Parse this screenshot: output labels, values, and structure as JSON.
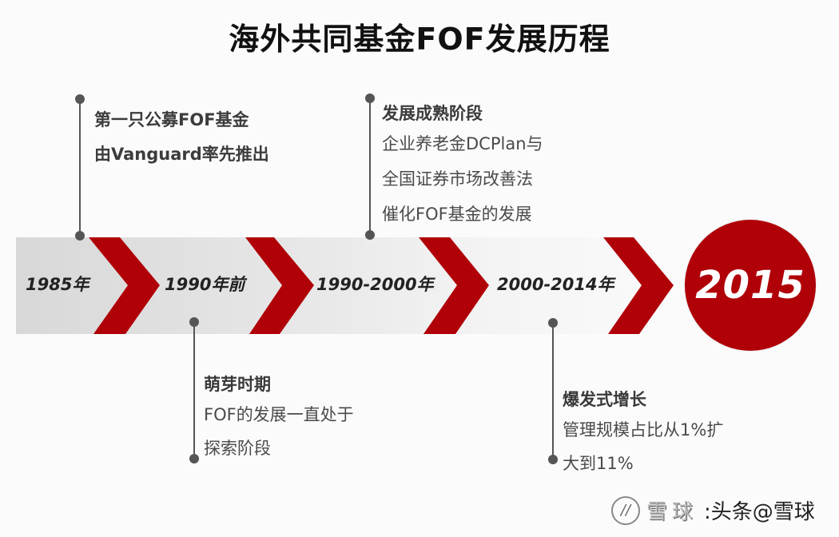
{
  "title": "海外共同基金FOF发展历程",
  "timeline": {
    "periods": [
      {
        "label": "1985年"
      },
      {
        "label": "1990年前"
      },
      {
        "label": "1990-2000年"
      },
      {
        "label": "2000-2014年"
      }
    ],
    "final_year": "2015",
    "colors": {
      "accent": "#b00008",
      "band_start": "#d8d8d8",
      "band_end": "#fbfbfb",
      "connector": "#555555"
    }
  },
  "notes": [
    {
      "lines": [
        "第一只公募FOF基金",
        "由Vanguard率先推出"
      ]
    },
    {
      "head": "萌芽时期",
      "lines": [
        "FOF的发展一直处于",
        "探索阶段"
      ]
    },
    {
      "head": "发展成熟阶段",
      "lines": [
        "企业养老金DCPlan与",
        "全国证券市场改善法",
        "催化FOF基金的发展"
      ]
    },
    {
      "head": "爆发式增长",
      "lines": [
        "管理规模占比从1%扩",
        "大到11%"
      ]
    }
  ],
  "watermark": {
    "logo": "//",
    "brand": "雪球",
    "text": ":头条@雪球"
  }
}
